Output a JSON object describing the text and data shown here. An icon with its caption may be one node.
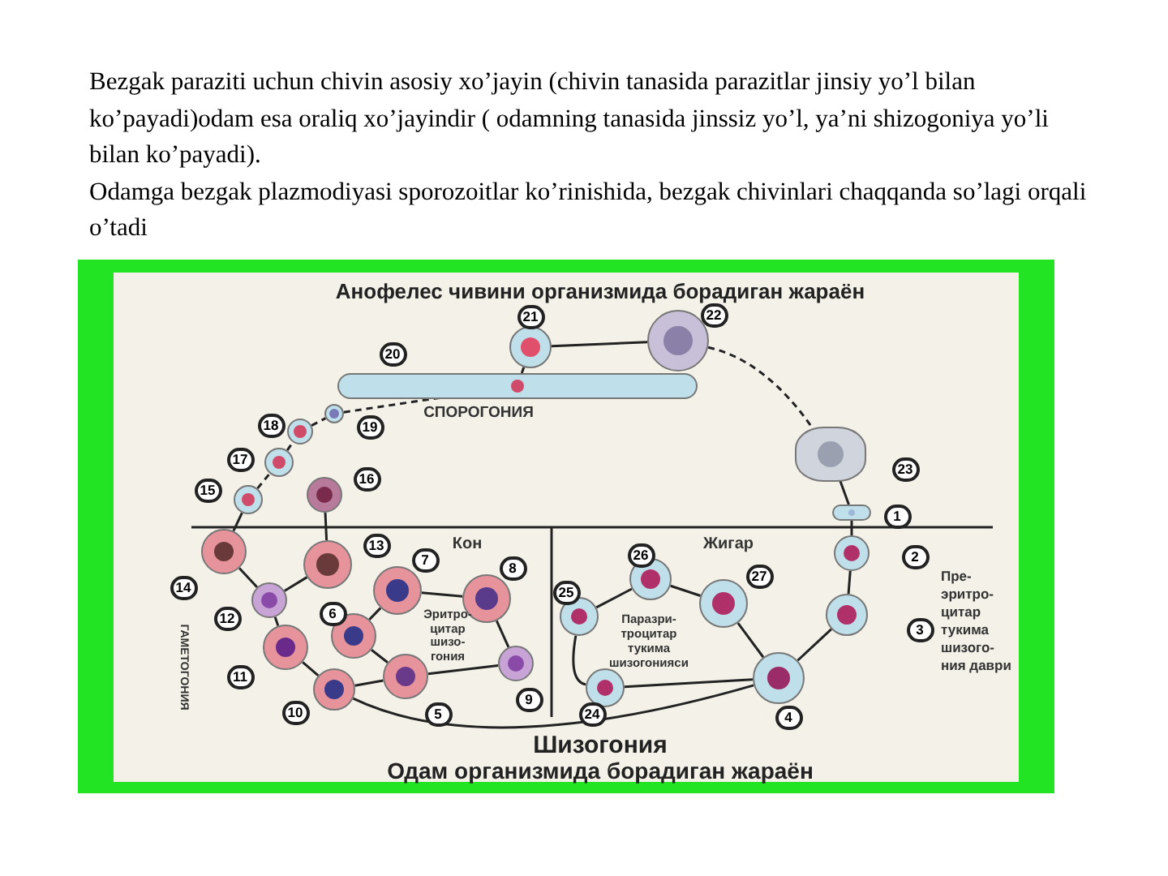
{
  "diagram": {
    "nodes": [
      {
        "text": [],
        "shape": "circle",
        "beside": [
          "1"
        ]
      },
      {
        "text": [],
        "shape": "circle",
        "beside": [
          "2"
        ]
      },
      {
        "text": [],
        "shape": "circle",
        "beside": [
          "3"
        ]
      },
      {
        "text": [],
        "shape": "circle",
        "beside": [
          "4"
        ]
      },
      {
        "text": [],
        "shape": "circle",
        "beside": [
          "5"
        ]
      },
      {
        "text": [],
        "shape": "circle",
        "beside": [
          "6"
        ]
      },
      {
        "text": [],
        "shape": "circle",
        "beside": [
          "7"
        ]
      },
      {
        "text": [],
        "shape": "circle",
        "beside": [
          "8"
        ]
      },
      {
        "text": [],
        "shape": "circle",
        "beside": [
          "9"
        ]
      },
      {
        "text": [],
        "shape": "circle",
        "beside": [
          "10"
        ]
      },
      {
        "text": [],
        "shape": "circle",
        "beside": [
          "11"
        ]
      },
      {
        "text": [],
        "shape": "circle",
        "beside": [
          "12"
        ]
      },
      {
        "text": [],
        "shape": "circle",
        "beside": [
          "13"
        ]
      },
      {
        "text": [],
        "shape": "circle",
        "beside": [
          "14"
        ]
      },
      {
        "text": [],
        "shape": "circle",
        "beside": [
          "15"
        ]
      },
      {
        "text": [],
        "shape": "circle",
        "beside": [
          "16"
        ]
      },
      {
        "text": [],
        "shape": "circle",
        "beside": [
          "17"
        ]
      },
      {
        "text": [],
        "shape": "circle",
        "beside": [
          "18"
        ]
      },
      {
        "text": [],
        "shape": "circle",
        "beside": [
          "19"
        ]
      },
      {
        "text": [],
        "shape": "bar",
        "beside": [
          "20"
        ]
      },
      {
        "text": [],
        "shape": "circle",
        "beside": [
          "21"
        ]
      },
      {
        "text": [],
        "shape": "circle",
        "beside": [
          "22"
        ]
      },
      {
        "text": [],
        "shape": "picture",
        "beside": [
          "23"
        ]
      },
      {
        "text": [],
        "shape": "circle",
        "beside": [
          "24"
        ]
      },
      {
        "text": [],
        "shape": "circle",
        "beside": [
          "25"
        ]
      },
      {
        "text": [],
        "shape": "circle",
        "beside": [
          "26"
        ]
      },
      {
        "text": [],
        "shape": "circle",
        "beside": [
          "27"
        ]
      }
    ],
    "edges": [
      {
        "from": 14,
        "to": 16,
        "arrow": "none",
        "style": "dashed"
      },
      {
        "from": 16,
        "to": 17,
        "arrow": "none",
        "style": "dashed"
      },
      {
        "from": 17,
        "to": 18,
        "arrow": "none",
        "style": "dashed"
      },
      {
        "from": 18,
        "to": 19,
        "arrow": "none",
        "style": "dashed"
      },
      {
        "from": 19,
        "to": 20,
        "arrow": "none"
      },
      {
        "from": 20,
        "to": 21,
        "arrow": "none"
      },
      {
        "from": 21,
        "to": 22,
        "arrow": "none",
        "style": "dashed"
      },
      {
        "from": 22,
        "to": 0,
        "arrow": "none"
      },
      {
        "from": 0,
        "to": 1,
        "arrow": "none"
      },
      {
        "from": 1,
        "to": 2,
        "arrow": "none"
      },
      {
        "from": 2,
        "to": 3,
        "arrow": "none"
      },
      {
        "from": 3,
        "to": 23,
        "arrow": "none"
      },
      {
        "from": 23,
        "to": 24,
        "arrow": "none"
      },
      {
        "from": 24,
        "to": 25,
        "arrow": "none"
      },
      {
        "from": 25,
        "to": 26,
        "arrow": "none"
      },
      {
        "from": 26,
        "to": 3,
        "arrow": "none"
      },
      {
        "from": 3,
        "to": 9,
        "arrow": "none"
      },
      {
        "from": 9,
        "to": 4,
        "arrow": "none"
      },
      {
        "from": 4,
        "to": 5,
        "arrow": "none"
      },
      {
        "from": 5,
        "to": 6,
        "arrow": "none"
      },
      {
        "from": 6,
        "to": 7,
        "arrow": "none"
      },
      {
        "from": 7,
        "to": 8,
        "arrow": "none"
      },
      {
        "from": 8,
        "to": 4,
        "arrow": "none"
      },
      {
        "from": 9,
        "to": 10,
        "arrow": "none"
      },
      {
        "from": 10,
        "to": 11,
        "arrow": "none"
      },
      {
        "from": 11,
        "to": 12,
        "arrow": "none"
      },
      {
        "from": 11,
        "to": 13,
        "arrow": "none"
      },
      {
        "from": 13,
        "to": 14,
        "arrow": "none"
      },
      {
        "from": 12,
        "to": 15,
        "arrow": "none"
      }
    ],
    "labels": [
      "Bezgak paraziti uchun chivin asosiy xo’jayin (chivin tanasida parazitlar jinsiy yo’l bilan ko’payadi)odam esa oraliq xo’jayindir ( odamning tanasida jinssiz yo’l, ya’ni shizogoniya yo’li bilan ko’payadi).",
      "Odamga bezgak plazmodiyasi sporozoitlar ko’rinishida, bezgak chivinlari chaqqanda so’lagi orqali o’tadi",
      "Анофелес чивини организмида борадиган жараён",
      "СПОРОГОНИЯ",
      "Кон",
      "Жигар",
      "Пре- эритро- цитар тукима шизого- ния даври",
      "ГАМЕТОГОНИЯ",
      "Эритро- цитар шизо- гония",
      "Паразри- троцитар тукима шизогонияси",
      "Шизогония",
      "Одам организмида борадиган жараён"
    ]
  }
}
